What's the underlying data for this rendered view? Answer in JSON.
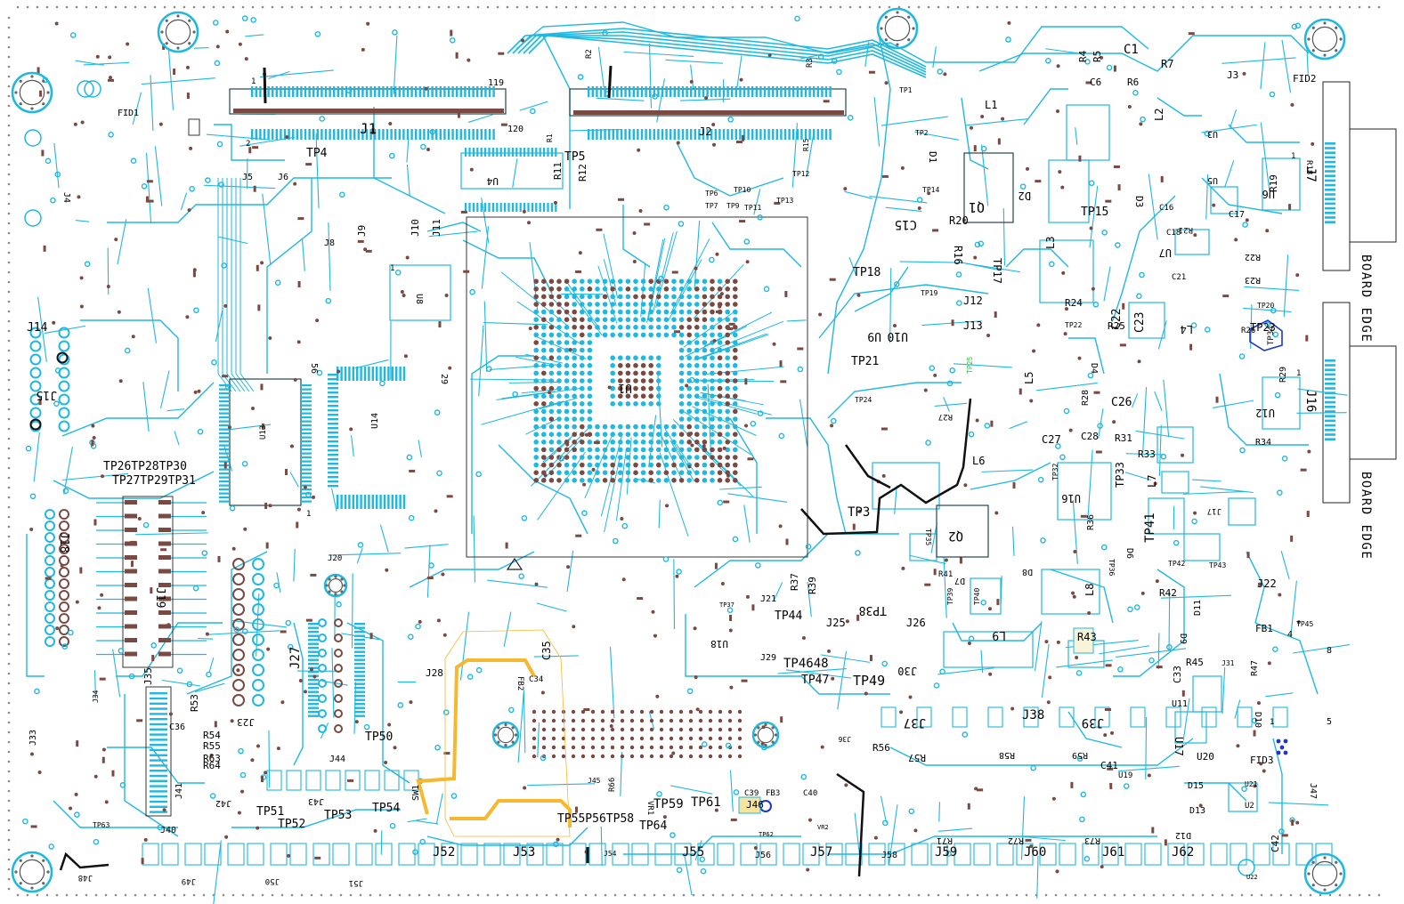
{
  "colors": {
    "background": "#ffffff",
    "trace": "#1fb8e0",
    "pad_dark": "#7a4a42",
    "ink": "#000000",
    "highlight_trace": "#f5b82e",
    "green_label": "#2ecc40",
    "blue_via": "#2036c8"
  },
  "edge_labels": {
    "upper": "BOARD EDGE",
    "lower": "BOARD EDGE"
  },
  "connectors": {
    "j1": "J1",
    "j2": "J2",
    "j3": "J3",
    "j4": "J4",
    "j5": "J5",
    "j6": "J6",
    "j7": "J7",
    "j8": "J8",
    "j9": "J9",
    "j10": "J10",
    "j11": "J11",
    "j12": "J12",
    "j13": "J13",
    "j14": "J14",
    "j15": "J15",
    "j16": "J16",
    "j17": "J17",
    "j18": "J18",
    "j19": "J19",
    "j20": "J20",
    "j21": "J21",
    "j22": "J22",
    "j23": "J23",
    "j25": "J25",
    "j26": "J26",
    "j27": "J27",
    "j28": "J28",
    "j29": "J29",
    "j30": "J30",
    "j31": "J31",
    "j33": "J33",
    "j34": "J34",
    "j35": "J35",
    "j36": "J36",
    "j37": "J37",
    "j38": "J38",
    "j39": "J39",
    "j40": "J40",
    "j41": "J41",
    "j42": "J42",
    "j43": "J43",
    "j44": "J44",
    "j45": "J45",
    "j46": "J46",
    "j47": "J47",
    "j48": "J48",
    "j49": "J49",
    "j50": "J50",
    "j51": "J51",
    "j52": "J52",
    "j53": "J53",
    "j54": "J54",
    "j55": "J55",
    "j56": "J56",
    "j57": "J57",
    "j58": "J58",
    "j59": "J59",
    "j60": "J60",
    "j61": "J61",
    "j62": "J62"
  },
  "ics": {
    "u1": "U1",
    "u2": "U2",
    "u3": "U3",
    "u4": "U4",
    "u5": "U5",
    "u6": "U6",
    "u7": "U7",
    "u8": "U8",
    "u9": "U9",
    "u10": "U10",
    "u11": "U11",
    "u12": "U12",
    "u13": "U13",
    "u14": "U14",
    "u16": "U16",
    "u17": "U17",
    "u18": "U18",
    "u19": "U19",
    "u20": "U20",
    "u21": "U21",
    "u22": "U22",
    "q1": "Q1",
    "q2": "Q2",
    "sw1": "SW1",
    "vr1": "VR1",
    "vr2": "VR2"
  },
  "passives": {
    "l1": "L1",
    "l2": "L2",
    "l3": "L3",
    "l4": "L4",
    "l5": "L5",
    "l6": "L6",
    "l7": "L7",
    "l8": "L8",
    "l9": "L9",
    "c1": "C1",
    "c6": "C6",
    "c15": "C15",
    "c16": "C16",
    "c17": "C17",
    "c18": "C18",
    "c21": "C21",
    "c22": "C22",
    "c23": "C23",
    "c26": "C26",
    "c27": "C27",
    "c28": "C28",
    "c33": "C33",
    "c34": "C34",
    "c35": "C35",
    "c36": "C36",
    "c39": "C39",
    "c40": "C40",
    "c41": "C41",
    "c42": "C42",
    "fb1": "FB1",
    "fb2": "FB2",
    "fb3": "FB3",
    "r1": "R1",
    "r2": "R2",
    "r3": "R3",
    "r4": "R4",
    "r5": "R5",
    "r6": "R6",
    "r7": "R7",
    "r11": "R11",
    "r12": "R12",
    "r15": "R15",
    "r16": "R16",
    "r18": "R18",
    "r19": "R19",
    "r20": "R20",
    "r21": "R21",
    "r22": "R22",
    "r23": "R23",
    "r24": "R24",
    "r25": "R25",
    "r26": "R26",
    "r27": "R27",
    "r28": "R28",
    "r29": "R29",
    "r31": "R31",
    "r33": "R33",
    "r34": "R34",
    "r36": "R36",
    "r37": "R37",
    "r39": "R39",
    "r41": "R41",
    "r42": "R42",
    "r43": "R43",
    "r45": "R45",
    "r47": "R47",
    "r53": "R53",
    "r54": "R54",
    "r55": "R55",
    "r56": "R56",
    "r57": "R57",
    "r58": "R58",
    "r59": "R59",
    "r63": "R63",
    "r64": "R64",
    "r66": "R66",
    "r71": "R71",
    "r72": "R72",
    "r73": "R73",
    "d1": "D1",
    "d2": "D2",
    "d3": "D3",
    "d4": "D4",
    "d6": "D6",
    "d7": "D7",
    "d8": "D8",
    "d9": "D9",
    "d10": "D10",
    "d11": "D11",
    "d12": "D12",
    "d13": "D13",
    "d15": "D15",
    "fid1": "FID1",
    "fid2": "FID2",
    "fid3": "FID3"
  },
  "test_points": {
    "tp1": "TP1",
    "tp2": "TP2",
    "tp3": "TP3",
    "tp4": "TP4",
    "tp5": "TP5",
    "tp6": "TP6",
    "tp7": "TP7",
    "tp9": "TP9",
    "tp10": "TP10",
    "tp11": "TP11",
    "tp12": "TP12",
    "tp13": "TP13",
    "tp14": "TP14",
    "tp15": "TP15",
    "tp17": "TP17",
    "tp18": "TP18",
    "tp19": "TP19",
    "tp20": "TP20",
    "tp21": "TP21",
    "tp22": "TP22",
    "tp23": "TP23",
    "tp24": "TP24",
    "tp25": "TP25",
    "tp26_28_30": "TP26TP28TP30",
    "tp27_29_31": "TP27TP29TP31",
    "tp32": "TP32",
    "tp33": "TP33",
    "tp34": "TP34",
    "tp35": "TP35",
    "tp36": "TP36",
    "tp37": "TP37",
    "tp38": "TP38",
    "tp39": "TP39",
    "tp40": "TP40",
    "tp41": "TP41",
    "tp42": "TP42",
    "tp43": "TP43",
    "tp44": "TP44",
    "tp45": "TP45",
    "tp46_48": "TP4648",
    "tp47": "TP47",
    "tp49": "TP49",
    "tp50": "TP50",
    "tp51": "TP51",
    "tp52": "TP52",
    "tp53": "TP53",
    "tp54": "TP54",
    "tp55_60": "TP55P56TP58",
    "tp59": "TP59",
    "tp61": "TP61",
    "tp62": "TP62",
    "tp63": "TP63",
    "tp64": "TP64"
  },
  "pin_marks": {
    "p1": "1",
    "p2": "2",
    "p4": "4",
    "p5": "5",
    "p8": "8",
    "p29": "29",
    "p56": "56",
    "p119": "119",
    "p120": "120"
  }
}
